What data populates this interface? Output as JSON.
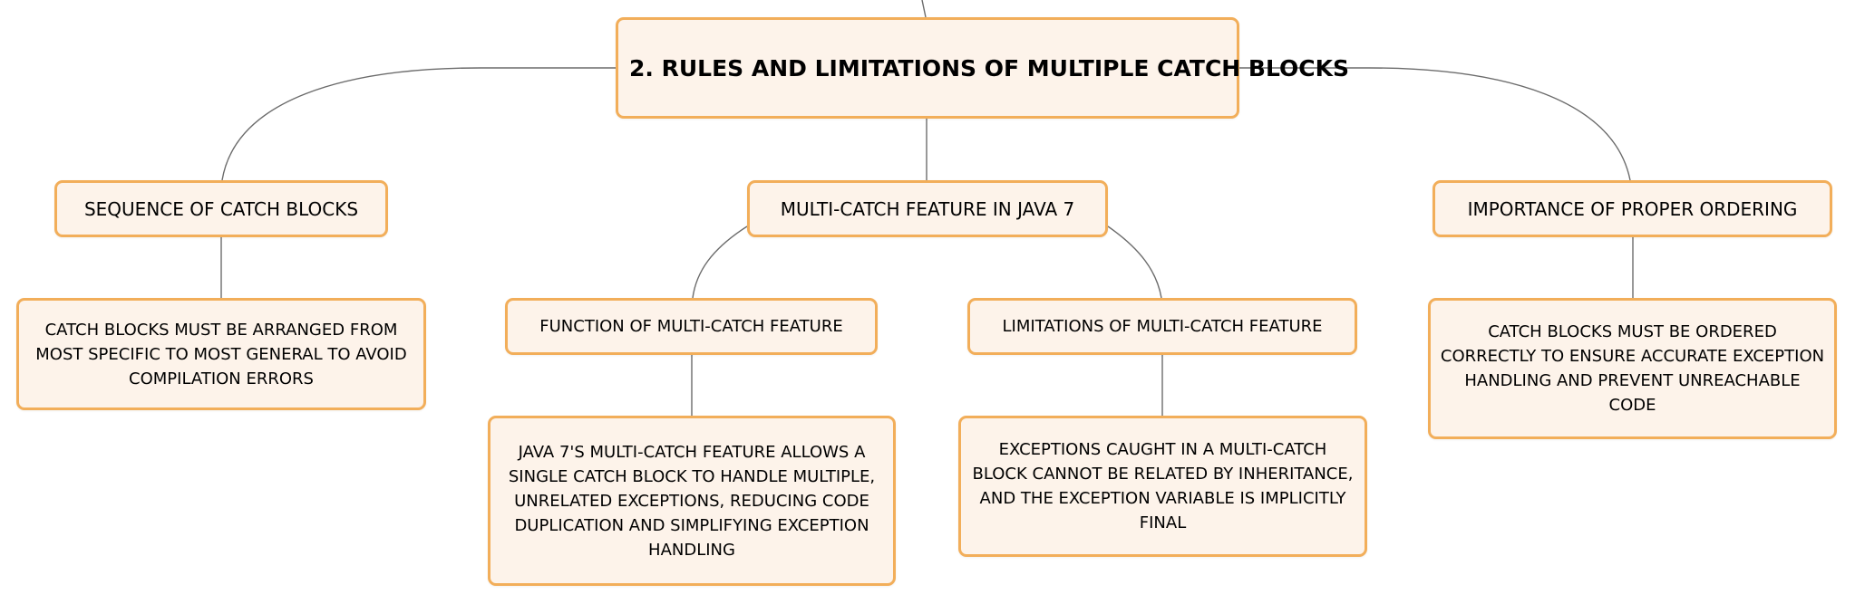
{
  "mindmap": {
    "root": {
      "label": "2. RULES AND LIMITATIONS OF MULTIPLE CATCH BLOCKS"
    },
    "branches": [
      {
        "label": "SEQUENCE OF CATCH BLOCKS",
        "description": "CATCH BLOCKS MUST BE ARRANGED FROM MOST SPECIFIC TO MOST GENERAL TO AVOID COMPILATION ERRORS"
      },
      {
        "label": "MULTI-CATCH FEATURE IN JAVA 7",
        "children": [
          {
            "label": "FUNCTION OF MULTI-CATCH FEATURE",
            "description": "JAVA 7'S MULTI-CATCH FEATURE ALLOWS A SINGLE CATCH BLOCK TO HANDLE MULTIPLE, UNRELATED EXCEPTIONS, REDUCING CODE DUPLICATION AND SIMPLIFYING EXCEPTION HANDLING"
          },
          {
            "label": "LIMITATIONS OF MULTI-CATCH FEATURE",
            "description": "EXCEPTIONS CAUGHT IN A MULTI-CATCH BLOCK CANNOT BE RELATED BY INHERITANCE, AND THE EXCEPTION VARIABLE IS IMPLICITLY FINAL"
          }
        ]
      },
      {
        "label": "IMPORTANCE OF PROPER ORDERING",
        "description": "CATCH BLOCKS MUST BE ORDERED CORRECTLY TO ENSURE ACCURATE EXCEPTION HANDLING AND PREVENT UNREACHABLE CODE"
      }
    ]
  },
  "colors": {
    "node_fill": "#fdf3ea",
    "node_border": "#f2ae5a",
    "connector": "#6b6b6b"
  }
}
